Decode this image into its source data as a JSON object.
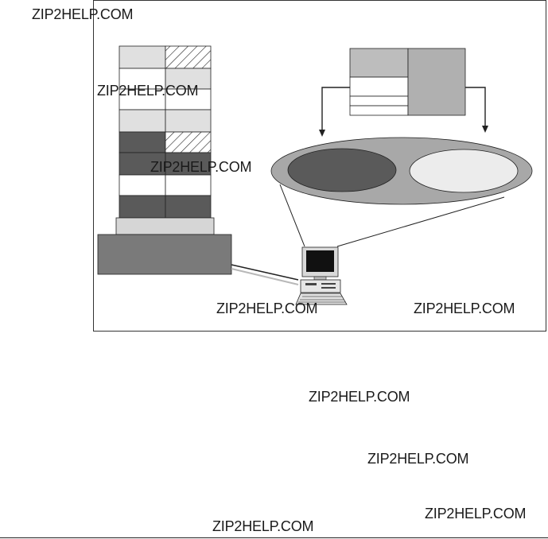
{
  "watermarks": [
    "ZIP2HELP.COM",
    "ZIP2HELP.COM",
    "ZIP2HELP.COM",
    "ZIP2HELP.COM",
    "ZIP2HELP.COM",
    "ZIP2HELP.COM",
    "ZIP2HELP.COM",
    "ZIP2HELP.COM",
    "ZIP2HELP.COM"
  ],
  "colors": {
    "light": "#e0e0e0",
    "mid": "#bdbdbd",
    "dark": "#5a5a5a",
    "base": "#7a7a7a",
    "ring": "#a8a8a8",
    "outline": "#222222"
  }
}
